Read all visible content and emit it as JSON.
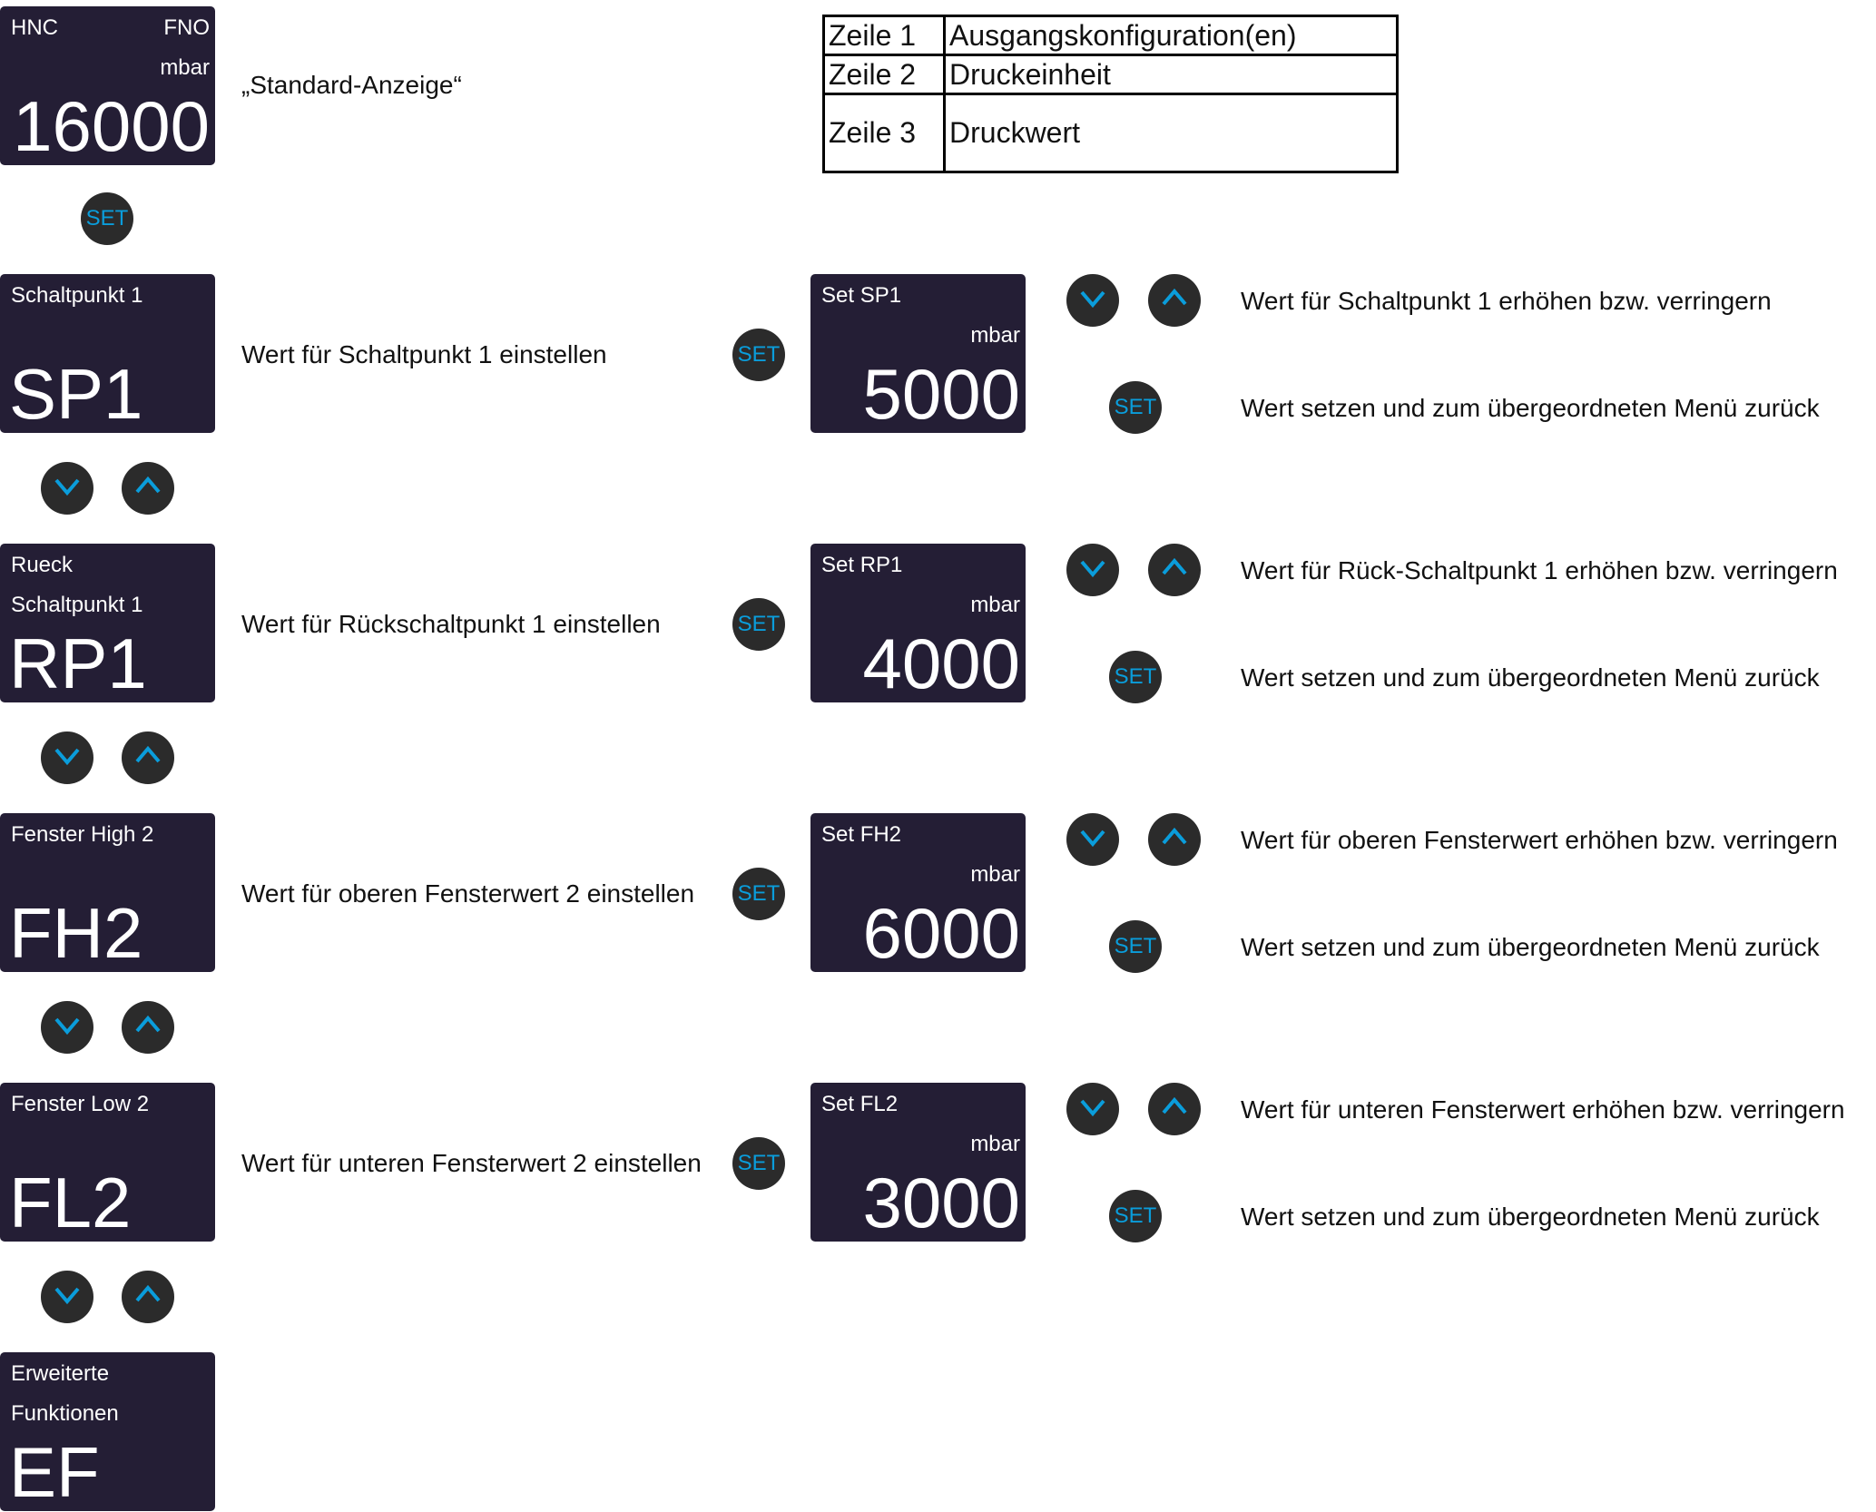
{
  "standard": {
    "left": "HNC",
    "right": "FNO",
    "unit": "mbar",
    "value": "16000",
    "caption": "„Standard-Anzeige“"
  },
  "set_label": "SET",
  "legend": [
    {
      "key": "Zeile 1",
      "value": "Ausgangskonfiguration(en)"
    },
    {
      "key": "Zeile 2",
      "value": "Druckeinheit"
    },
    {
      "key": "Zeile 3",
      "value": "Druckwert"
    }
  ],
  "menu": [
    {
      "line1": "Schaltpunkt 1",
      "line2": "",
      "code": "SP1",
      "description": "Wert für Schaltpunkt 1 einstellen",
      "set_title": "Set SP1",
      "unit": "mbar",
      "value": "5000",
      "adjust_text": "Wert für Schaltpunkt 1 erhöhen bzw. verringern",
      "confirm_text": "Wert setzen und zum übergeordneten Menü zurück"
    },
    {
      "line1": "Rueck",
      "line2": "Schaltpunkt 1",
      "code": "RP1",
      "description": "Wert für Rückschaltpunkt 1 einstellen",
      "set_title": "Set RP1",
      "unit": "mbar",
      "value": "4000",
      "adjust_text": "Wert für Rück-Schaltpunkt 1 erhöhen bzw. verringern",
      "confirm_text": "Wert setzen und zum übergeordneten Menü zurück"
    },
    {
      "line1": "Fenster High 2",
      "line2": "",
      "code": "FH2",
      "description": "Wert für oberen Fensterwert 2 einstellen",
      "set_title": "Set FH2",
      "unit": "mbar",
      "value": "6000",
      "adjust_text": "Wert für oberen Fensterwert erhöhen bzw. verringern",
      "confirm_text": "Wert setzen und zum übergeordneten Menü zurück"
    },
    {
      "line1": "Fenster Low 2",
      "line2": "",
      "code": "FL2",
      "description": "Wert für unteren Fensterwert 2 einstellen",
      "set_title": "Set FL2",
      "unit": "mbar",
      "value": "3000",
      "adjust_text": "Wert für unteren Fensterwert erhöhen bzw. verringern",
      "confirm_text": "Wert setzen und zum übergeordneten Menü zurück"
    }
  ],
  "extended": {
    "line1": "Erweiterte",
    "line2": "Funktionen",
    "code": "EF"
  },
  "colors": {
    "display": "#241e35",
    "button": "#2b2b2b",
    "accent": "#0a9ddb"
  }
}
